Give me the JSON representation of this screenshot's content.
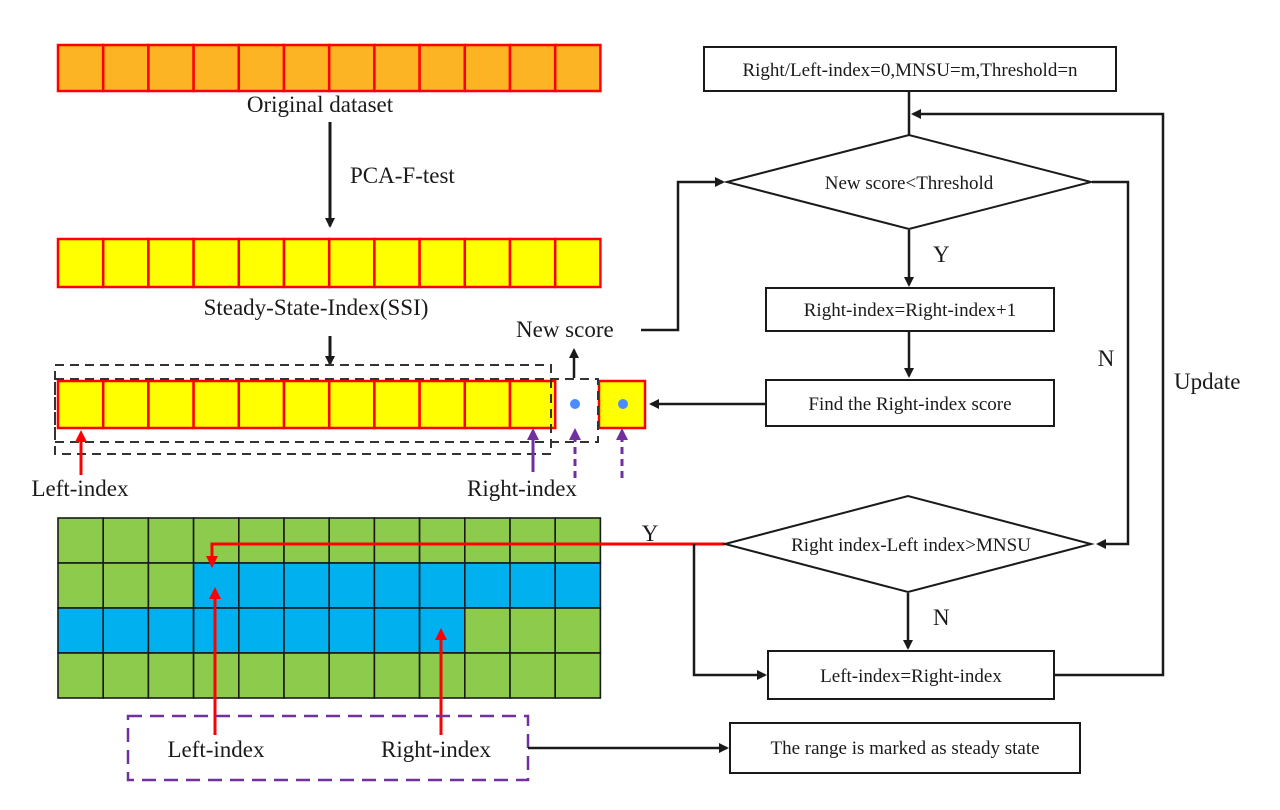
{
  "labels": {
    "original_dataset": "Original dataset",
    "pca_f_test": "PCA-F-test",
    "ssi": "Steady-State-Index(SSI)",
    "new_score": "New score",
    "left_index_top": "Left-index",
    "right_index_top": "Right-index",
    "left_index_bottom": "Left-index",
    "right_index_bottom": "Right-index",
    "y_upper": "Y",
    "y_lower": "Y",
    "n_right": "N",
    "n_lower": "N",
    "update": "Update"
  },
  "flowchart": {
    "init": "Right/Left-index=0,MNSU=m,Threshold=n",
    "decision_threshold": "New score<Threshold",
    "increment_right": "Right-index=Right-index+1",
    "find_score": "Find the Right-index score",
    "decision_mnsu": "Right index-Left index>MNSU",
    "set_left": "Left-index=Right-index",
    "mark_steady": "The range is marked as steady state"
  },
  "grid": {
    "rows": [
      [
        "g",
        "g",
        "g",
        "g",
        "g",
        "g",
        "g",
        "g",
        "g",
        "g",
        "g",
        "g"
      ],
      [
        "g",
        "g",
        "g",
        "b",
        "b",
        "b",
        "b",
        "b",
        "b",
        "b",
        "b",
        "b"
      ],
      [
        "b",
        "b",
        "b",
        "b",
        "b",
        "b",
        "b",
        "b",
        "b",
        "g",
        "g",
        "g"
      ],
      [
        "g",
        "g",
        "g",
        "g",
        "g",
        "g",
        "g",
        "g",
        "g",
        "g",
        "g",
        "g"
      ]
    ]
  },
  "colors": {
    "orange_fill": "#fcb424",
    "yellow_fill": "#ffff00",
    "cell_border_red": "#ff0000",
    "green_cell": "#8ccb4c",
    "blue_cell": "#00b0ef",
    "arrow_red": "#ff0000",
    "arrow_purple": "#7030a0",
    "dot_blue": "#4a8cff",
    "dashed_black": "#333333"
  }
}
